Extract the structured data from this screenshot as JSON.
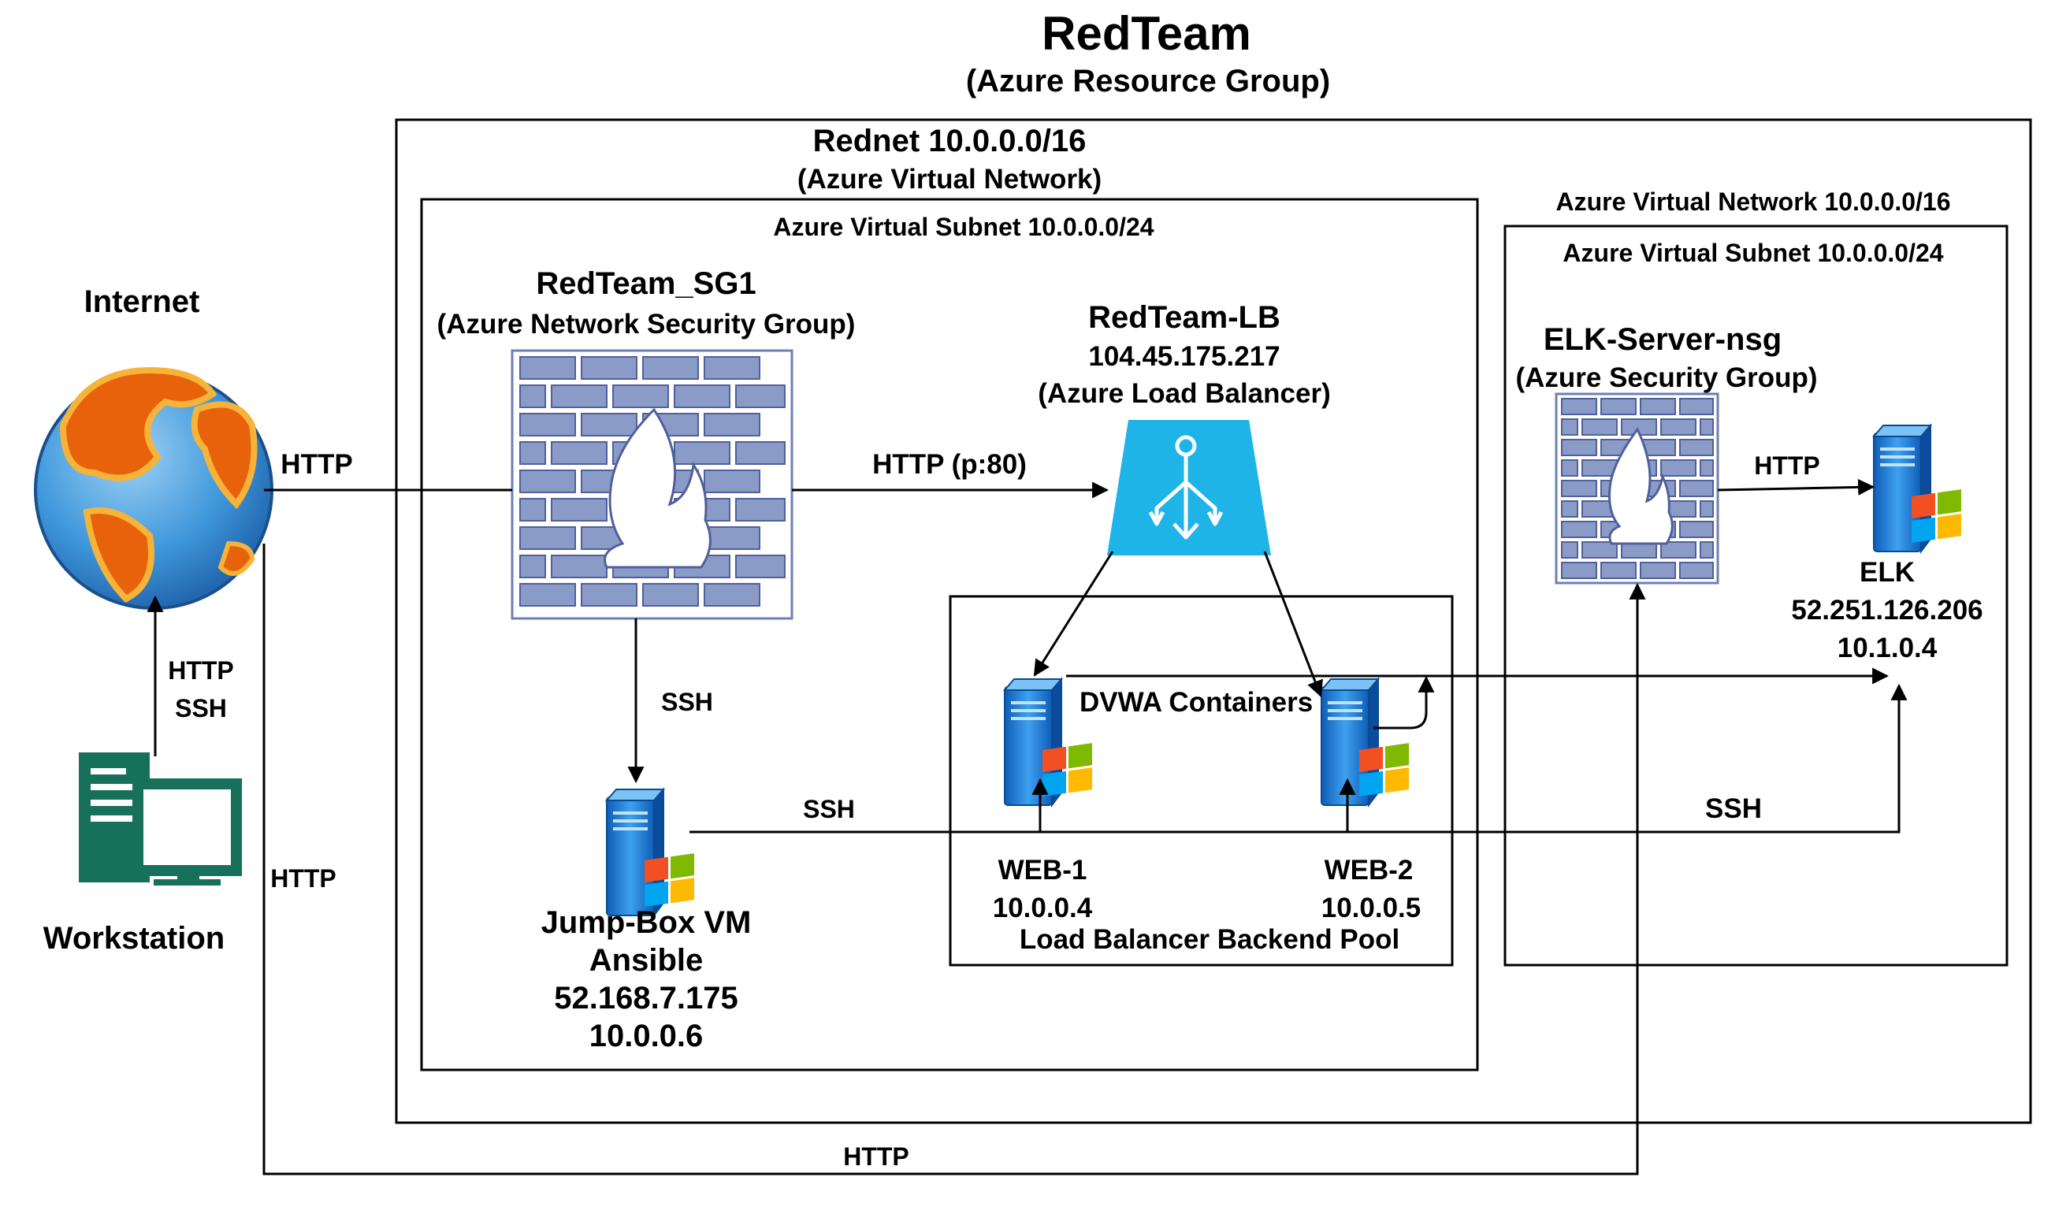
{
  "title": "RedTeam",
  "subtitle": "(Azure Resource Group)",
  "rednet": {
    "name": "Rednet 10.0.0.0/16",
    "type": "(Azure Virtual Network)"
  },
  "subnet_main": "Azure Virtual Subnet 10.0.0.0/24",
  "elk_vnet": "Azure Virtual Network 10.0.0.0/16",
  "elk_subnet": "Azure Virtual Subnet 10.0.0.0/24",
  "internet": {
    "label": "Internet"
  },
  "workstation": {
    "label": "Workstation"
  },
  "sg1": {
    "name": "RedTeam_SG1",
    "type": "(Azure Network Security Group)"
  },
  "lb": {
    "name": "RedTeam-LB",
    "ip": "104.45.175.217",
    "type": "(Azure Load Balancer)"
  },
  "elk_nsg": {
    "name": "ELK-Server-nsg",
    "type": "(Azure Security Group)"
  },
  "elk": {
    "name": "ELK",
    "public_ip": "52.251.126.206",
    "private_ip": "10.1.0.4"
  },
  "jumpbox": {
    "name": "Jump-Box VM",
    "role": "Ansible",
    "public_ip": "52.168.7.175",
    "private_ip": "10.0.0.6"
  },
  "dvwa": "DVWA Containers",
  "web1": {
    "name": "WEB-1",
    "ip": "10.0.0.4"
  },
  "web2": {
    "name": "WEB-2",
    "ip": "10.0.0.5"
  },
  "backend_pool": "Load Balancer Backend Pool",
  "connections": {
    "internet_http": "HTTP",
    "sg_to_lb": "HTTP (p:80)",
    "ws_http": "HTTP",
    "ws_ssh": "SSH",
    "sg_ssh": "SSH",
    "jump_ssh": "SSH",
    "elk_ssh": "SSH",
    "elk_http": "HTTP",
    "left_http": "HTTP",
    "bottom_http": "HTTP"
  },
  "colors": {
    "firewall": "#6D7FB5",
    "firewall_dark": "#4F609A",
    "lb": "#1FB4E8",
    "workstation": "#17705A",
    "server": "#1E7DD4"
  }
}
